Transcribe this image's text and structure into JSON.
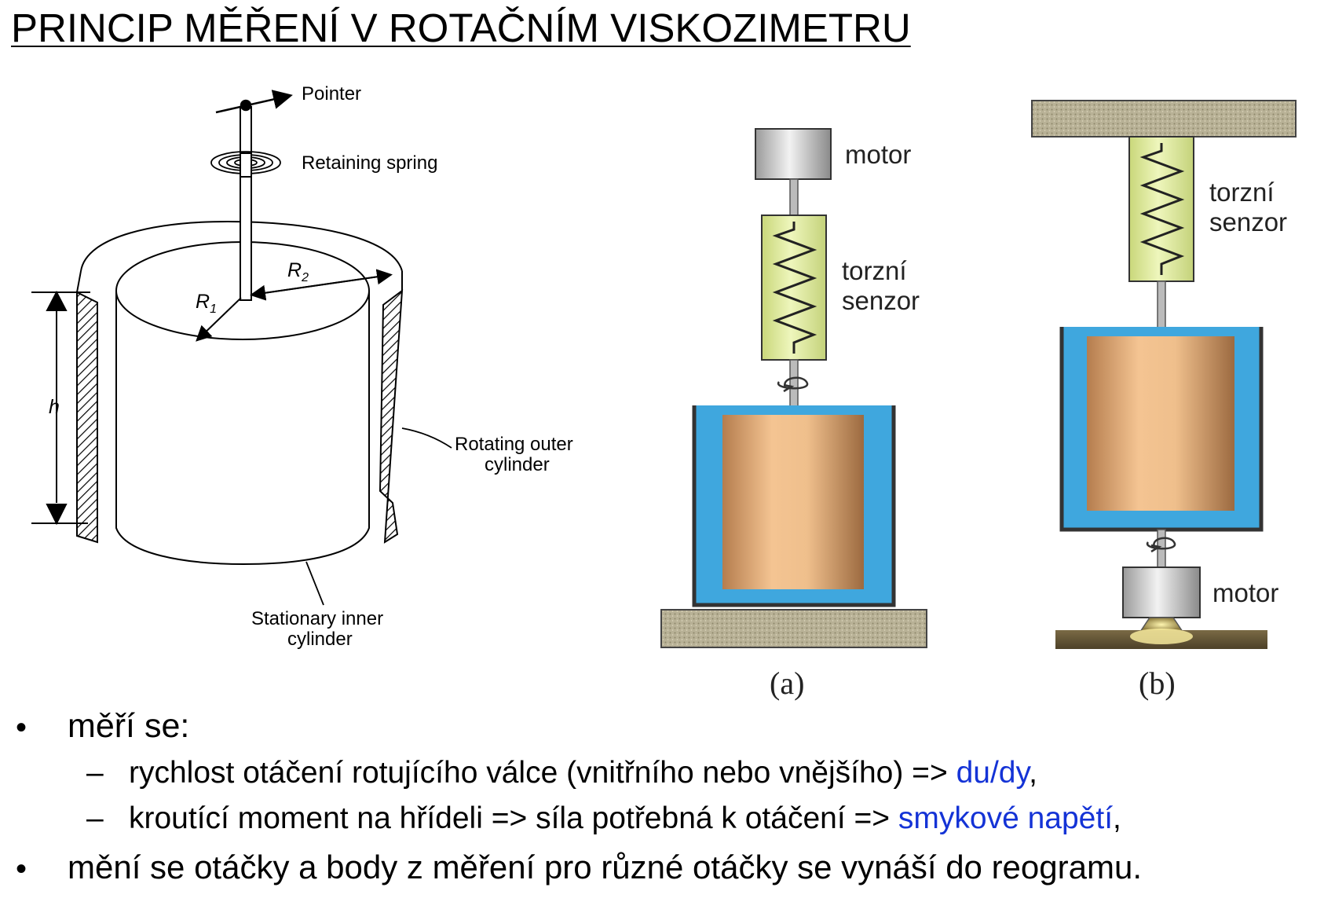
{
  "title": "PRINCIP MĚŘENÍ V ROTAČNÍM VISKOZIMETRU",
  "left_figure": {
    "pointer": "Pointer",
    "retaining_spring": "Retaining spring",
    "r1": "R",
    "r1_sub": "1",
    "r2": "R",
    "r2_sub": "2",
    "h": "h",
    "rotating_outer_l1": "Rotating outer",
    "rotating_outer_l2": "cylinder",
    "stationary_inner_l1": "Stationary inner",
    "stationary_inner_l2": "cylinder"
  },
  "figure_a": {
    "motor": "motor",
    "torzni": "torzní",
    "senzor": "senzor",
    "caption": "(a)"
  },
  "figure_b": {
    "torzni": "torzní",
    "senzor": "senzor",
    "motor": "motor",
    "caption": "(b)"
  },
  "bullets": {
    "b1": "měří se:",
    "b1_sub1_text": "rychlost otáčení rotujícího válce (vnitřního nebo vnějšího) => ",
    "b1_sub1_highlight": "du/dy",
    "b1_sub1_end": ",",
    "b1_sub2_text": "kroutící moment na hřídeli => síla potřebná k otáčení => ",
    "b1_sub2_highlight": "smykové napětí",
    "b1_sub2_end": ",",
    "b2": "mění se otáčky a body z měření pro různé otáčky se vynáší do reogramu.",
    "bullet_char": "•",
    "dash_char": "–"
  },
  "colors": {
    "highlight": "#1433d6",
    "liquid": "#3fa7de",
    "spring_body": "#e2ee9e",
    "cylinder_copper": "#d9a46e",
    "base_stone": "#b6ae90"
  }
}
